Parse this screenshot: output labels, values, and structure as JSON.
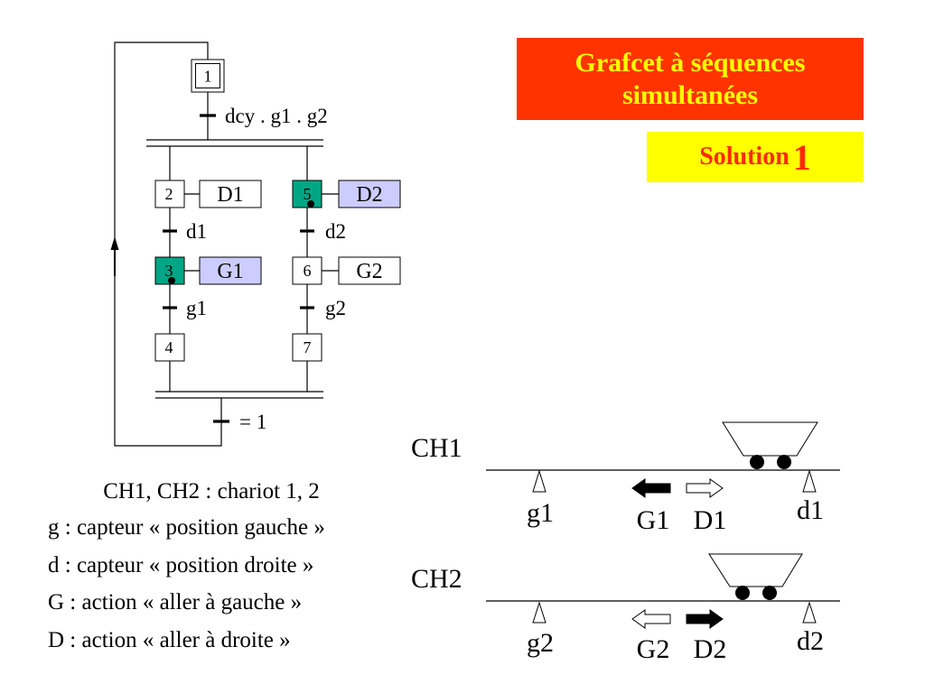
{
  "title": {
    "line1": "Grafcet à séquences",
    "line2": "simultanées"
  },
  "solution": {
    "label": "Solution",
    "number": "1"
  },
  "grafcet": {
    "initial_step": "1",
    "start_transition": "dcy . g1 . g2",
    "left_branch": {
      "steps": [
        {
          "number": "2",
          "action": "D1",
          "active": false
        },
        {
          "number": "3",
          "action": "G1",
          "active": true
        },
        {
          "number": "4",
          "active": false
        }
      ],
      "transitions": [
        "d1",
        "g1"
      ]
    },
    "right_branch": {
      "steps": [
        {
          "number": "5",
          "action": "D2",
          "active": true
        },
        {
          "number": "6",
          "action": "G2",
          "active": false
        },
        {
          "number": "7",
          "active": false
        }
      ],
      "transitions": [
        "d2",
        "g2"
      ]
    },
    "end_transition": "= 1"
  },
  "legend": {
    "chariots": "CH1, CH2 : chariot 1, 2",
    "items": [
      "g : capteur « position gauche »",
      "d : capteur « position droite »",
      "G : action « aller à gauche »",
      "D : action « aller à droite »"
    ]
  },
  "tracks": [
    {
      "name": "CH1",
      "left_sensor": "g1",
      "right_sensor": "d1",
      "left_action": "G1",
      "right_action": "D1",
      "left_arrow_filled": true,
      "right_arrow_filled": false
    },
    {
      "name": "CH2",
      "left_sensor": "g2",
      "right_sensor": "d2",
      "left_action": "G2",
      "right_action": "D2",
      "left_arrow_filled": false,
      "right_arrow_filled": true
    }
  ],
  "colors": {
    "title_bg": "#ff3300",
    "title_text": "#ffff00",
    "solution_bg": "#ffff00",
    "solution_text": "#ff2a00",
    "active_step": "#00a685",
    "active_action": "#ccccff",
    "legend_chariots": "#3333cc",
    "end_transition": "#ff2a00",
    "arrow_active": "#000000",
    "arrow_idle": "#ffffff"
  }
}
